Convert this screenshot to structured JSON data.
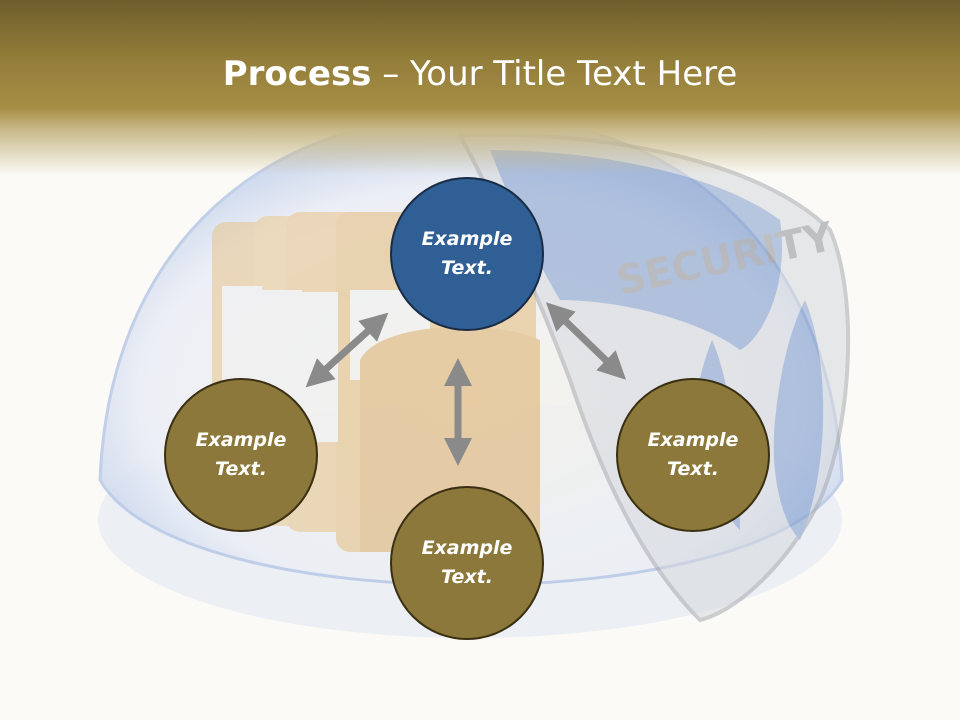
{
  "title": {
    "bold": "Process",
    "rest": " – Your Title Text Here"
  },
  "diagram": {
    "nodes": {
      "top": "Example\nText.",
      "left": "Example\nText.",
      "right": "Example\nText.",
      "bottom": "Example\nText."
    },
    "background_label": "SECURITY"
  },
  "colors": {
    "header": "#8f7a38",
    "node_top": "#2f5f94",
    "node_gold": "#8b783a",
    "arrow": "#8a8a8a"
  }
}
